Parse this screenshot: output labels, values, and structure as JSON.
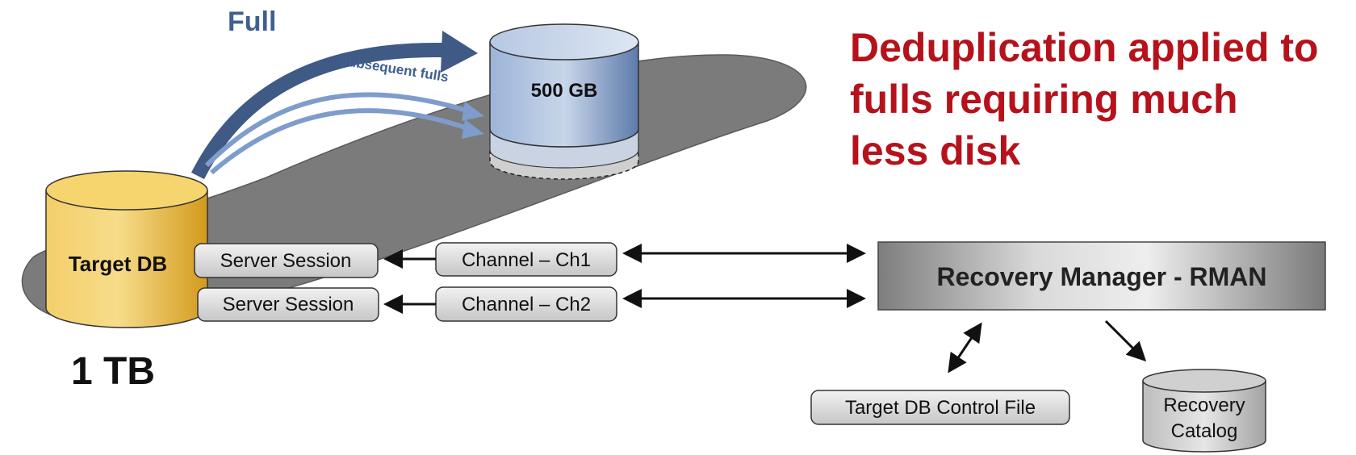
{
  "labels": {
    "full": "Full",
    "subsequent_fulls": "Subsequent fulls",
    "backup_size": "500 GB",
    "target_db": "Target DB",
    "target_db_size": "1 TB",
    "headline_line1": "Deduplication applied to",
    "headline_line2": "fulls requiring much",
    "headline_line3": "less disk",
    "server_session_1": "Server Session",
    "server_session_2": "Server Session",
    "channel_1": "Channel – Ch1",
    "channel_2": "Channel – Ch2",
    "rman": "Recovery Manager - RMAN",
    "control_file": "Target DB Control File",
    "catalog_line1": "Recovery",
    "catalog_line2": "Catalog"
  },
  "colors": {
    "headline": "#b5121b",
    "full_label": "#3f5f8f",
    "platform": "#7a7a7a",
    "target_db_gold": "#e8b638",
    "backup_blue": "#6e8cbc",
    "arrow_dark": "#3e5a85",
    "arrow_light": "#7e9ccc"
  }
}
